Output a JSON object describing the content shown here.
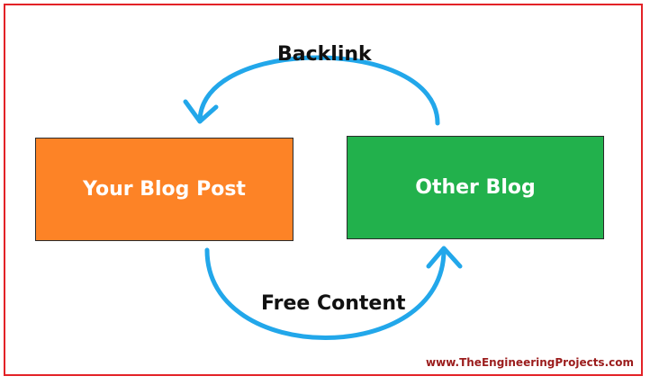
{
  "nodes": {
    "left": {
      "label": "Your Blog Post",
      "color": "#fd8326"
    },
    "right": {
      "label": "Other Blog",
      "color": "#22b14c"
    }
  },
  "edges": {
    "top": {
      "label": "Backlink",
      "from": "right",
      "to": "left"
    },
    "bottom": {
      "label": "Free Content",
      "from": "left",
      "to": "right"
    }
  },
  "arrow_color": "#22a7ea",
  "frame_color": "#e32227",
  "watermark": "www.TheEngineeringProjects.com"
}
